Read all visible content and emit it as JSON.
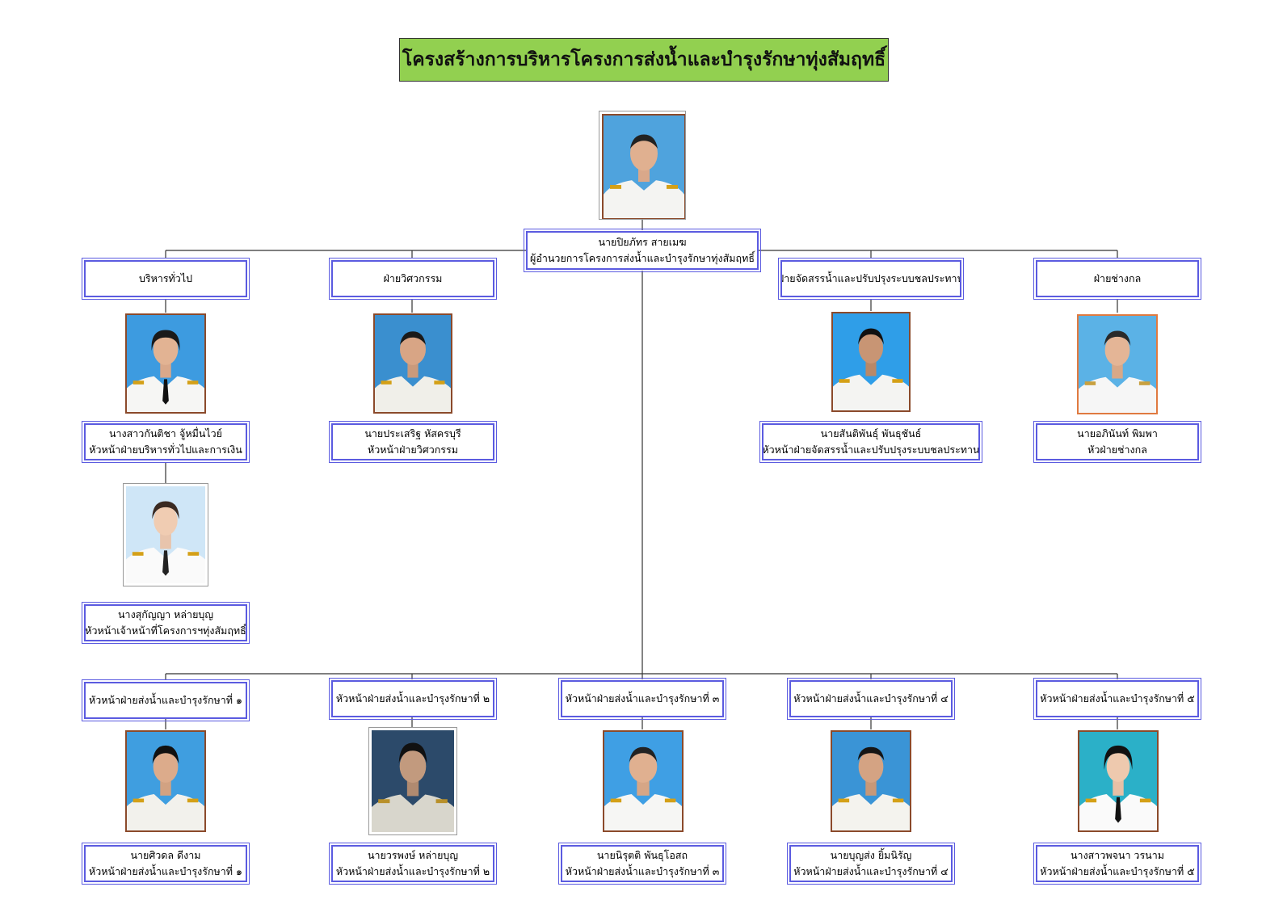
{
  "title": "โครงสร้างการบริหารโครงการส่งน้ำและบำรุงรักษาทุ่งสัมฤทธิ์",
  "director": {
    "name": "นายปิยภัทร  สายเมฆ",
    "position": "ผู้อำนวยการโครงการส่งน้ำและบำรุงรักษาทุ่งสัมฤทธิ์"
  },
  "departments": [
    {
      "label": "บริหารทั่วไป",
      "head": {
        "name": "นางสาวกันติชา  จู้หมื่นไวย์",
        "position": "หัวหน้าฝ่ายบริหารทั่วไปและการเงิน"
      },
      "sub": {
        "name": "นางสุกัญญา  หล่ายบุญ",
        "position": "หัวหน้าเจ้าหน้าที่โครงการฯทุ่งสัมฤทธิ์"
      }
    },
    {
      "label": "ฝ่ายวิศวกรรม",
      "head": {
        "name": "นายประเสริฐ  หัสครบุรี",
        "position": "หัวหน้าฝ่ายวิศวกรรม"
      }
    },
    {
      "label": "ฝ่ายจัดสรรน้ำและปรับปรุงระบบชลประทาน",
      "head": {
        "name": "นายสันติพันธุ์  พันธุชันธ์",
        "position": "หัวหน้าฝ่ายจัดสรรน้ำและปรับปรุงระบบชลประทาน"
      }
    },
    {
      "label": "ฝ่ายช่างกล",
      "head": {
        "name": "นายอภินันท์ พิมพา",
        "position": "หัวฝ่ายช่างกล"
      }
    }
  ],
  "maintenance": [
    {
      "label": "หัวหน้าฝ่ายส่งน้ำและบำรุงรักษาที่ ๑",
      "name": "นายศิวดล  ดีงาม",
      "position": "หัวหน้าฝ่ายส่งน้ำและบำรุงรักษาที่ ๑"
    },
    {
      "label": "หัวหน้าฝ่ายส่งน้ำและบำรุงรักษาที่ ๒",
      "name": "นายวรพงษ์ หล่ายบุญ",
      "position": "หัวหน้าฝ่ายส่งน้ำและบำรุงรักษาที่ ๒"
    },
    {
      "label": "หัวหน้าฝ่ายส่งน้ำและบำรุงรักษาที่ ๓",
      "name": "นายนิรุตติ  พันธุโอสถ",
      "position": "หัวหน้าฝ่ายส่งน้ำและบำรุงรักษาที่ ๓"
    },
    {
      "label": "หัวหน้าฝ่ายส่งน้ำและบำรุงรักษาที่ ๔",
      "name": "นายบุญส่ง  ยิ้มนิรัญ",
      "position": "หัวหน้าฝ่ายส่งน้ำและบำรุงรักษาที่ ๔"
    },
    {
      "label": "หัวหน้าฝ่ายส่งน้ำและบำรุงรักษาที่ ๕",
      "name": "นางสาวพจนา  วรนาม",
      "position": "หัวหน้าฝ่ายส่งน้ำและบำรุงรักษาที่ ๕"
    }
  ],
  "colors": {
    "title_bg": "#92d050",
    "box_border": "#5b5be0",
    "photo_border": "#8b4a2b",
    "connector": "#333333"
  }
}
